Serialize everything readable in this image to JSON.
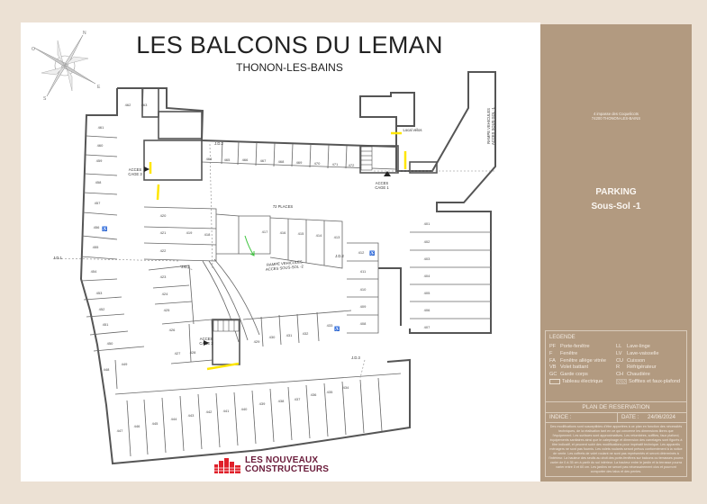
{
  "header": {
    "title": "LES BALCONS DU LEMAN",
    "subtitle": "THONON-LES-BAINS"
  },
  "compass": {
    "n": "N",
    "e": "E",
    "s": "S",
    "o": "O"
  },
  "panel": {
    "address_line1": "4 impasse des Coquelicots",
    "address_line2": "74200 THONON-LES-BAINS",
    "level_line1": "PARKING",
    "level_line2": "Sous-Sol -1",
    "legend_title": "LEGENDE",
    "legend": [
      {
        "code": "PF",
        "label": "Porte-fenêtre",
        "code2": "LL",
        "label2": "Lave-linge"
      },
      {
        "code": "F",
        "label": "Fenêtre",
        "code2": "LV",
        "label2": "Lave-vaisselle"
      },
      {
        "code": "FA",
        "label": "Fenêtre allège vitrée",
        "code2": "CU",
        "label2": "Cuisson"
      },
      {
        "code": "VB",
        "label": "Volet battant",
        "code2": "R",
        "label2": "Réfrigérateur"
      },
      {
        "code": "GC",
        "label": "Garde corps",
        "code2": "CH",
        "label2": "Chaudière"
      },
      {
        "code": "",
        "label": "Tableau électrique",
        "code2": "",
        "label2": "Soffites et faux-plafond"
      }
    ],
    "plan_title": "PLAN DE RESERVATION",
    "indice_label": "INDICE :",
    "date_label": "DATE :",
    "date_value": "24/06/2024",
    "notes": "Des modifications sont susceptibles d'être apportées à ce plan en fonction des nécessités techniques, de la réalisation tant en ce qui concerne les dimensions libres que l'équipement. Les surfaces sont approximatives. Les retombées, soffites, faux plafond, équipements sanitaires ainsi que le calepinage et dimension des carrelages sont figurés à titre indicatif, et peuvent subir des modifications pour impératif technique. Les appareils ménagers ne sont pas fournis. Les volets roulants seront prévus conformément à la notice de vente. Les coffrets de volet roulant ne sont pas représentés et seront déterminés à l'intérieur. La hauteur des seuils au droit des porte-fenêtres sur balcons ou terrasses pourra varier de 0 à 35 cm à partir du sol intérieur. La hauteur entre le jardin et la terrasse pourra varier entre 0 et 60 cm. Les jardins ne seront pas nécessairement clos et pourront comporter des talus et des pentes."
  },
  "plan": {
    "places_count": "72 PLACES",
    "access": [
      {
        "id": "cage1",
        "line1": "ACCES",
        "line2": "CAGE 1"
      },
      {
        "id": "cage2",
        "line1": "ACCES",
        "line2": "CAGE 2"
      },
      {
        "id": "cage3",
        "line1": "ACCES",
        "line2": "CAGE 3"
      }
    ],
    "ramp_down": {
      "line1": "RAMPE VEHICULES",
      "line2": "ACCES SOUS-SOL -2"
    },
    "ramp_up": {
      "line1": "RAMPE VEHICULES",
      "line2": "ACCES SOUS-SOL -1"
    },
    "local_velos": "Local vélos",
    "joints": [
      "J.D.1",
      "J.D.1",
      "J.D.2",
      "J.D.2",
      "J.D.3"
    ],
    "spaces": {
      "top_left": [
        "462",
        "463"
      ],
      "left_column": [
        "461",
        "460",
        "459",
        "458",
        "457",
        "456",
        "455"
      ],
      "top_row": [
        "464",
        "465",
        "466",
        "467",
        "468",
        "469",
        "470",
        "471",
        "472"
      ],
      "center_block": [
        "420",
        "421",
        "422",
        "419",
        "418"
      ],
      "center_row": [
        "417",
        "416",
        "415",
        "414",
        "413"
      ],
      "right_col_inner": [
        "412",
        "411",
        "410",
        "409",
        "408"
      ],
      "right_col_outer": [
        "401",
        "402",
        "403",
        "404",
        "405",
        "406",
        "407"
      ],
      "left_lower": [
        "454",
        "453",
        "452",
        "451",
        "450"
      ],
      "mid_lower": [
        "423",
        "424",
        "425",
        "426"
      ],
      "cage2_row": [
        "427",
        "428"
      ],
      "row_430": [
        "429",
        "430",
        "431",
        "432",
        "433"
      ],
      "bottom_left": [
        "448",
        "449"
      ],
      "bottom_row": [
        "447",
        "446",
        "445",
        "444",
        "443",
        "442",
        "441",
        "440",
        "439",
        "438",
        "437",
        "436",
        "435",
        "434"
      ]
    },
    "accessible_spaces": [
      "456",
      "412",
      "433"
    ]
  },
  "footer": {
    "brand_line1": "LES NOUVEAUX",
    "brand_line2": "CONSTRUCTEURS"
  },
  "colors": {
    "frame": "#ece1d4",
    "panel": "#b29a80",
    "wall": "#555555",
    "highlight": "#ffe600",
    "ramp_arrow": "#3cc43c",
    "brand_red": "#e0202a",
    "brand_text": "#6a1b3a"
  }
}
